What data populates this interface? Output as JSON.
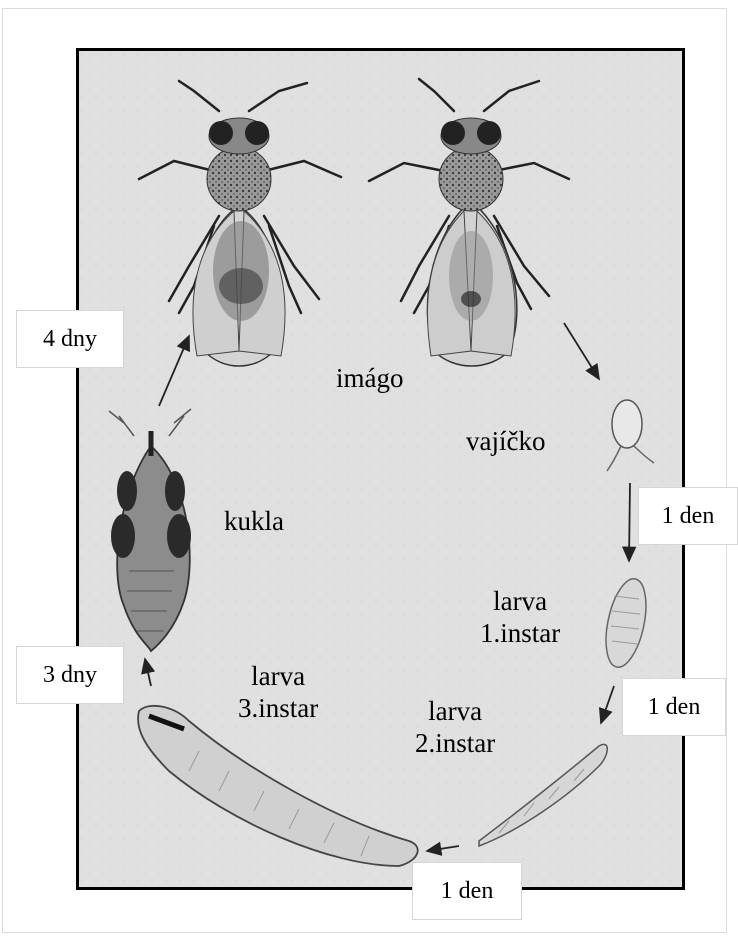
{
  "stages": {
    "imago": "imágo",
    "egg": "vajíčko",
    "pupa": "kukla",
    "larva1": {
      "line1": "larva",
      "line2": "1.instar"
    },
    "larva2": {
      "line1": "larva",
      "line2": "2.instar"
    },
    "larva3": {
      "line1": "larva",
      "line2": "3.instar"
    }
  },
  "durations": {
    "egg_to_larva1": "1 den",
    "larva1_to_larva2": "1 den",
    "larva2_to_larva3": "1 den",
    "larva3_to_pupa": "3 dny",
    "pupa_to_imago": "4 dny"
  },
  "colors": {
    "frame_border": "#000000",
    "background": "#e2e2e2",
    "illustration_dark": "#2a2a2a",
    "illustration_mid": "#8a8a8a",
    "illustration_light": "#cfcfcf"
  }
}
